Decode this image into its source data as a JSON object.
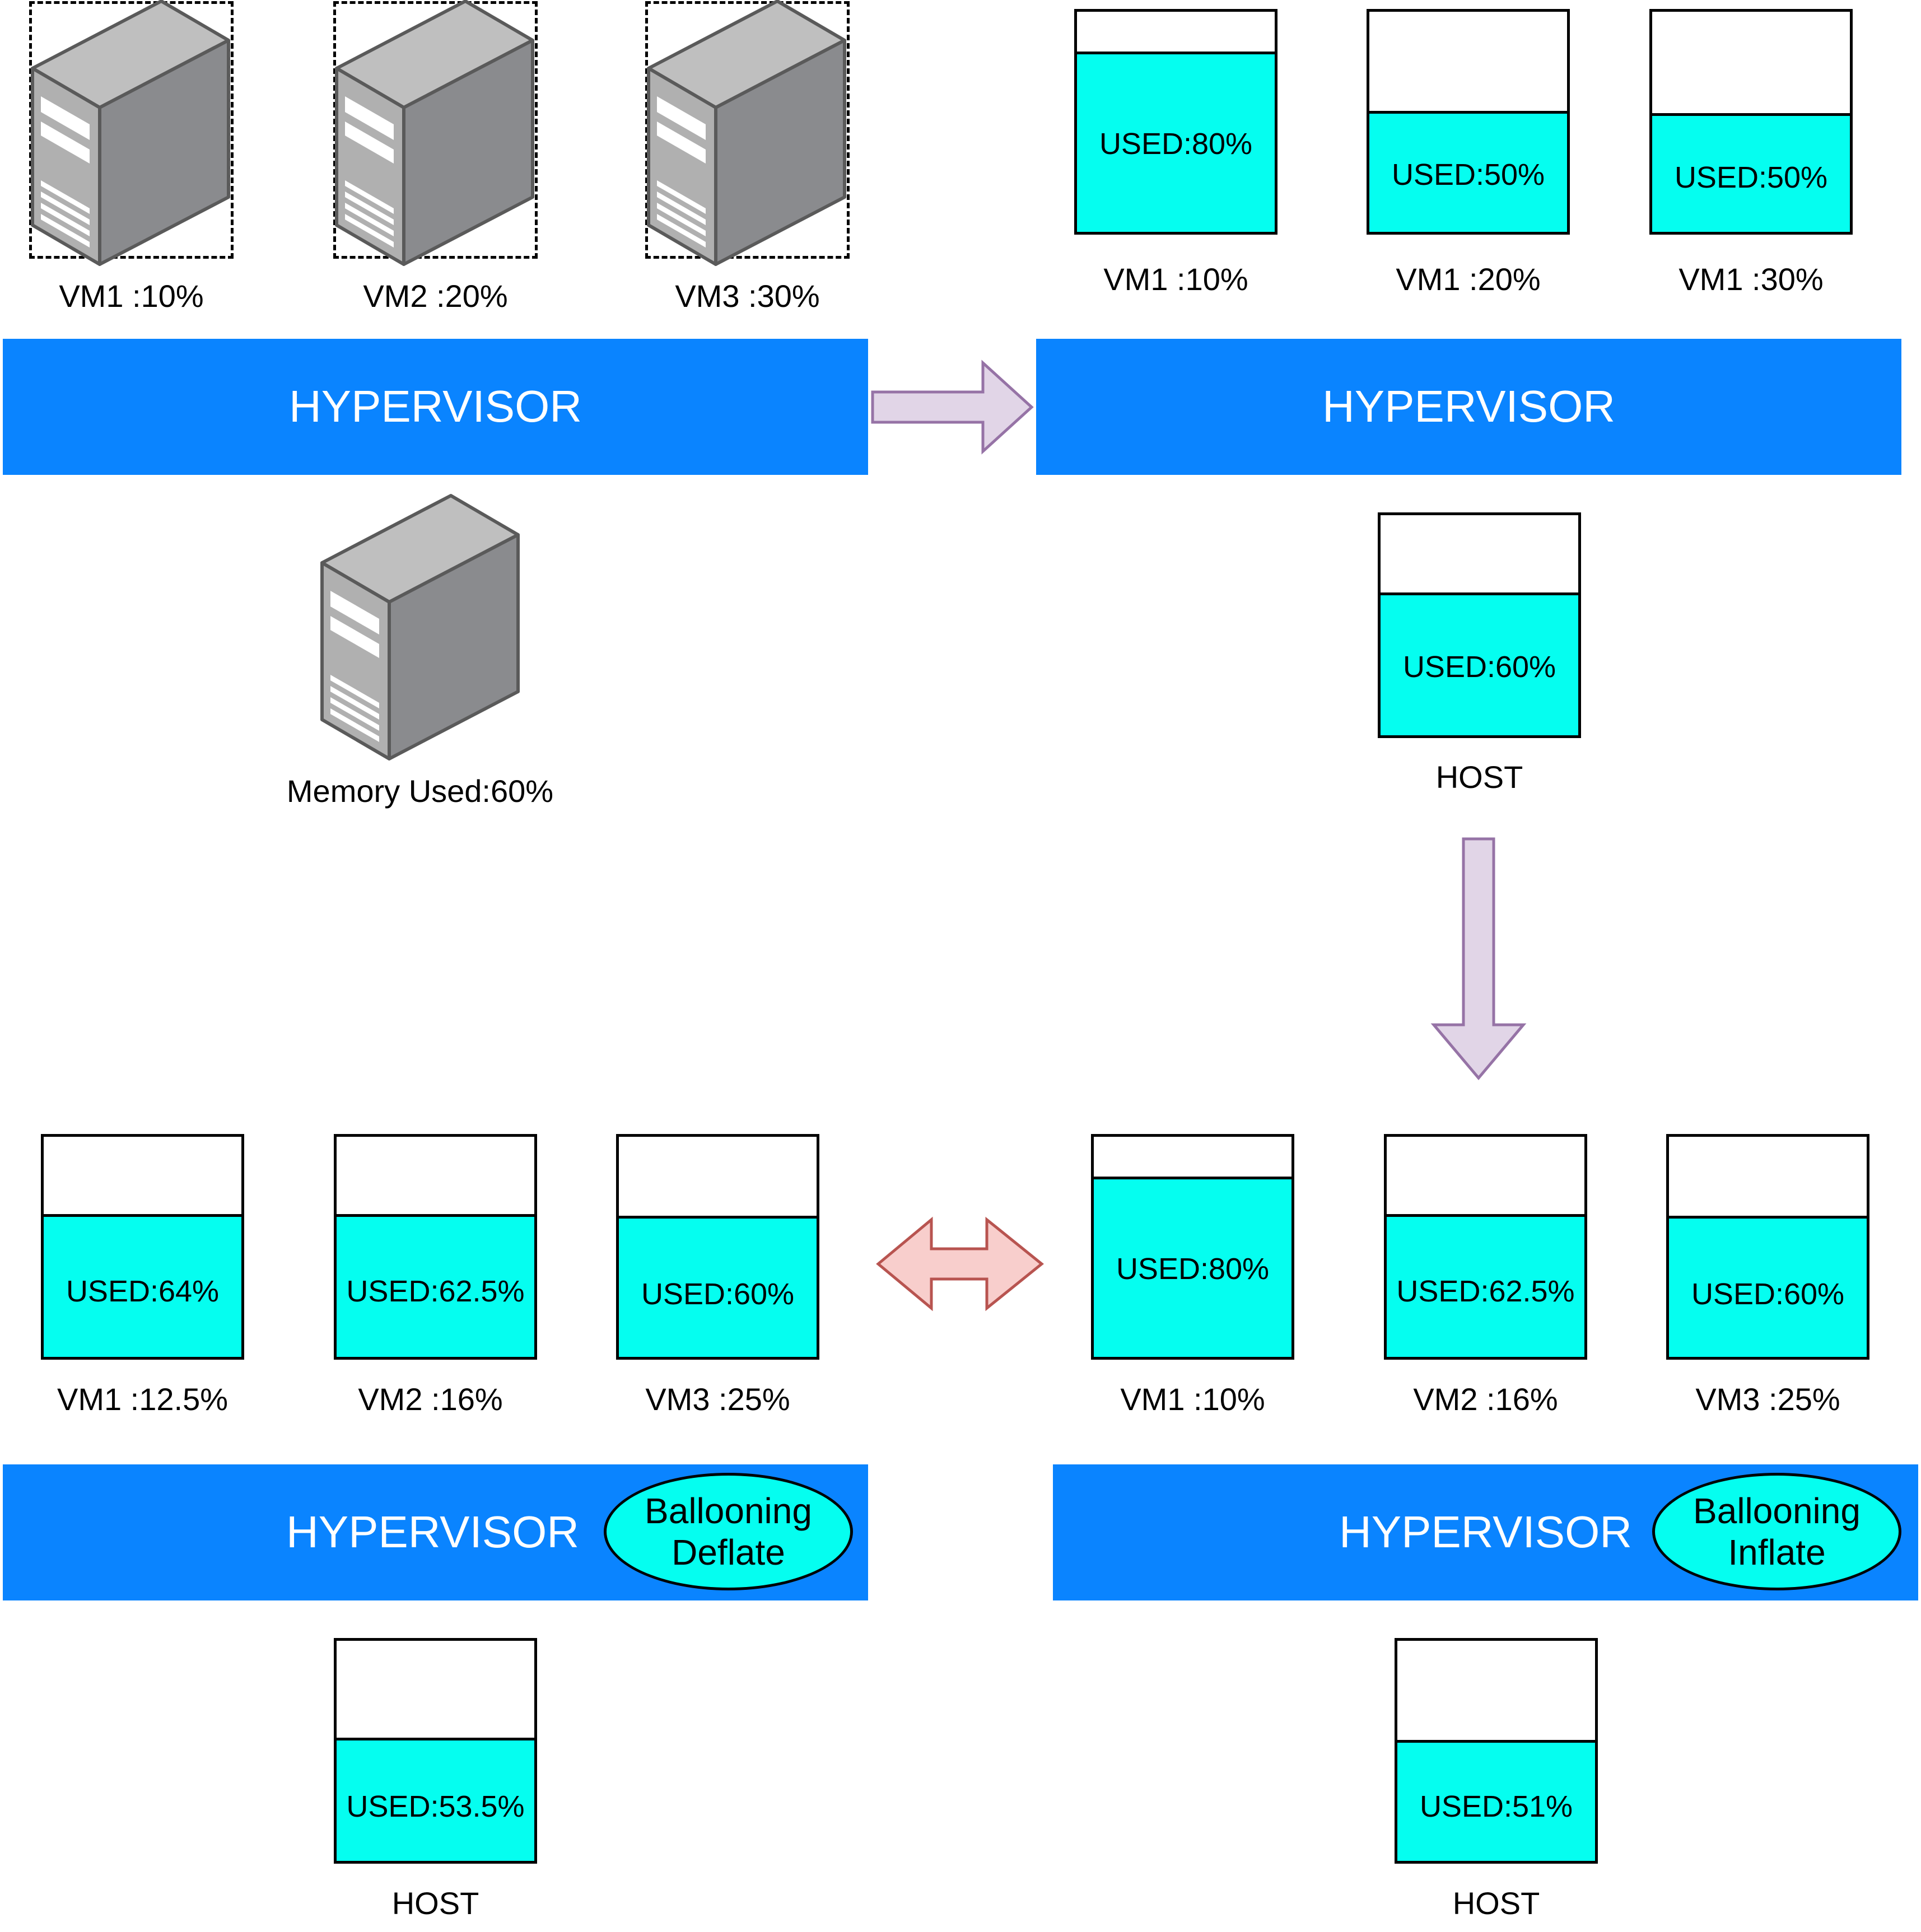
{
  "top_left": {
    "vms": [
      {
        "label": "VM1 :10%"
      },
      {
        "label": "VM2 :20%"
      },
      {
        "label": "VM3 :30%"
      }
    ],
    "hypervisor": "HYPERVISOR",
    "host_label": "Memory Used:60%"
  },
  "top_right": {
    "vms": [
      {
        "label": "VM1 :10%",
        "used_text": "USED:80%",
        "used_fraction": 0.8
      },
      {
        "label": "VM1 :20%",
        "used_text": "USED:50%",
        "used_fraction": 0.55
      },
      {
        "label": "VM1 :30%",
        "used_text": "USED:50%",
        "used_fraction": 0.54
      }
    ],
    "hypervisor": "HYPERVISOR",
    "host": {
      "label": "HOST",
      "used_text": "USED:60%",
      "used_fraction": 0.65
    }
  },
  "bottom_right": {
    "vms": [
      {
        "label": "VM1 :10%",
        "used_text": "USED:80%",
        "used_fraction": 0.82
      },
      {
        "label": "VM2 :16%",
        "used_text": "USED:62.5%",
        "used_fraction": 0.65
      },
      {
        "label": "VM3 :25%",
        "used_text": "USED:60%",
        "used_fraction": 0.64
      }
    ],
    "hypervisor": "HYPERVISOR",
    "balloon": {
      "line1": "Ballooning",
      "line2": "Inflate"
    },
    "host": {
      "label": "HOST",
      "used_text": "USED:51%",
      "used_fraction": 0.55
    }
  },
  "bottom_left": {
    "vms": [
      {
        "label": "VM1 :12.5%",
        "used_text": "USED:64%",
        "used_fraction": 0.65
      },
      {
        "label": "VM2 :16%",
        "used_text": "USED:62.5%",
        "used_fraction": 0.65
      },
      {
        "label": "VM3 :25%",
        "used_text": "USED:60%",
        "used_fraction": 0.64
      }
    ],
    "hypervisor": "HYPERVISOR",
    "balloon": {
      "line1": "Ballooning",
      "line2": "Deflate"
    },
    "host": {
      "label": "HOST",
      "used_text": "USED:53.5%",
      "used_fraction": 0.56
    }
  },
  "colors": {
    "hypervisor": "#0a84ff",
    "used_fill": "#05fef0",
    "arrow_purple_fill": "#e1d5e7",
    "arrow_purple_stroke": "#9673a6",
    "arrow_red_fill": "#f8cecc",
    "arrow_red_stroke": "#b85450"
  },
  "icons": {
    "server": "server-tower-icon"
  }
}
